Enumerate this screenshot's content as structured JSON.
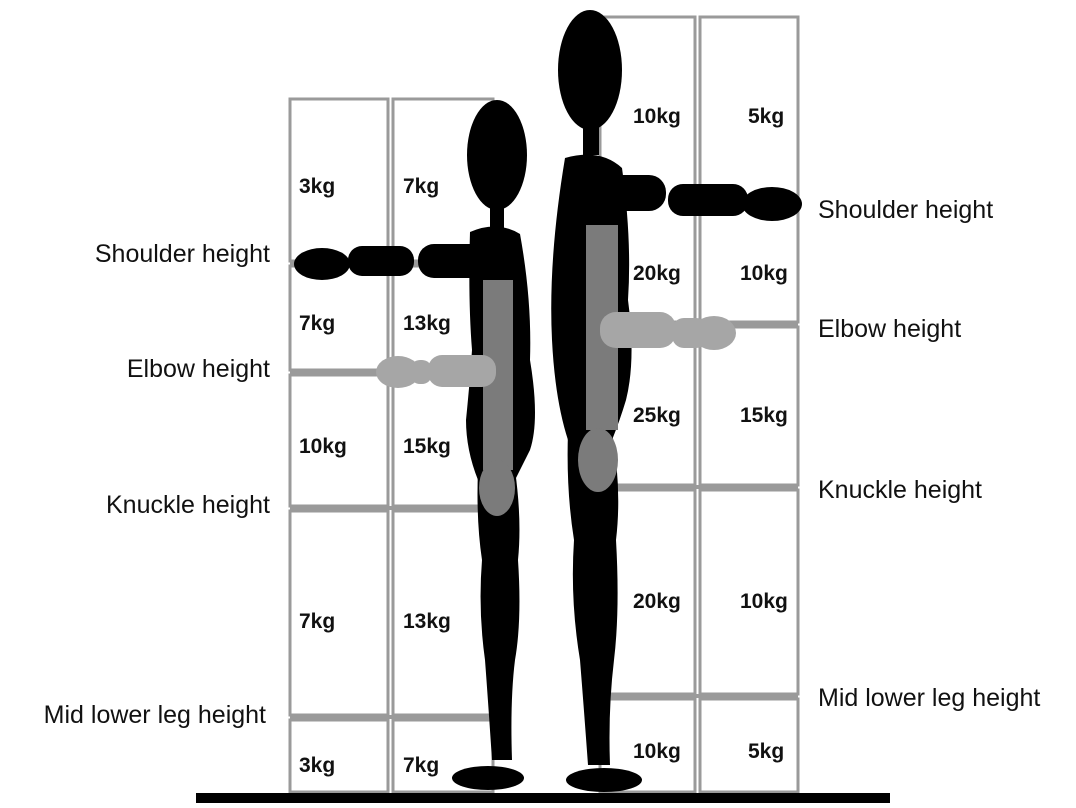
{
  "left_figure": {
    "labels": {
      "shoulder": "Shoulder height",
      "elbow": "Elbow height",
      "knuckle": "Knuckle height",
      "mid_lower_leg": "Mid lower leg height"
    },
    "zones": [
      {
        "outer": "3kg",
        "inner": "7kg"
      },
      {
        "outer": "7kg",
        "inner": "13kg"
      },
      {
        "outer": "10kg",
        "inner": "15kg"
      },
      {
        "outer": "7kg",
        "inner": "13kg"
      },
      {
        "outer": "3kg",
        "inner": "7kg"
      }
    ]
  },
  "right_figure": {
    "labels": {
      "shoulder": "Shoulder height",
      "elbow": "Elbow height",
      "knuckle": "Knuckle height",
      "mid_lower_leg": "Mid lower leg height"
    },
    "zones": [
      {
        "inner": "10kg",
        "outer": "5kg"
      },
      {
        "inner": "20kg",
        "outer": "10kg"
      },
      {
        "inner": "25kg",
        "outer": "15kg"
      },
      {
        "inner": "20kg",
        "outer": "10kg"
      },
      {
        "inner": "10kg",
        "outer": "5kg"
      }
    ]
  },
  "colors": {
    "silhouette": "#000000",
    "limb_highlight": "#8a8a8a",
    "arm_highlight": "#a6a6a6",
    "box_border": "#9a9a9a",
    "floor": "#000000"
  }
}
